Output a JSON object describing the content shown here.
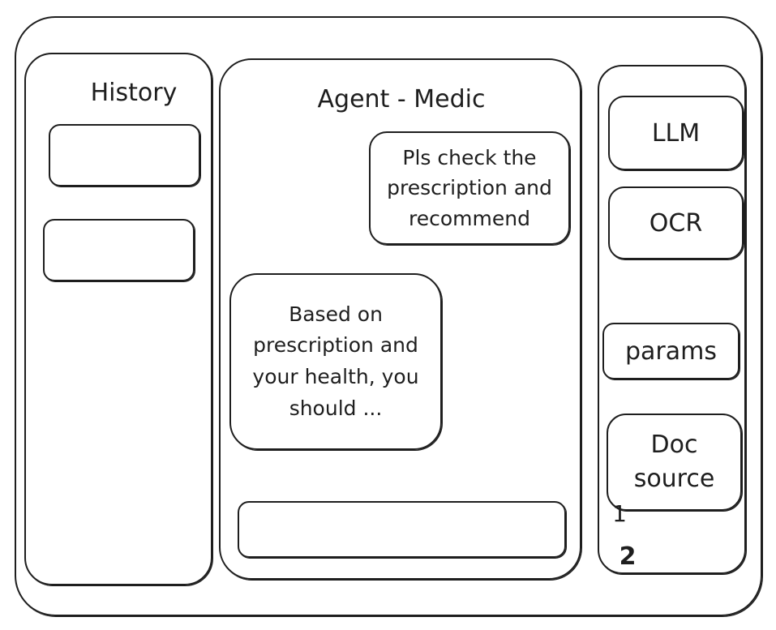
{
  "history": {
    "title": "History",
    "items": [
      {},
      {}
    ]
  },
  "chat": {
    "title": "Agent - Medic",
    "user_message": "Pls check the prescription and recommend",
    "agent_message": "Based on prescription and your health, you should ...",
    "input_value": ""
  },
  "settings": {
    "llm_label": "LLM",
    "ocr_label": "OCR",
    "params_label": "params",
    "doc_source_label": "Doc source",
    "doc_list": [
      "1",
      "2"
    ]
  }
}
